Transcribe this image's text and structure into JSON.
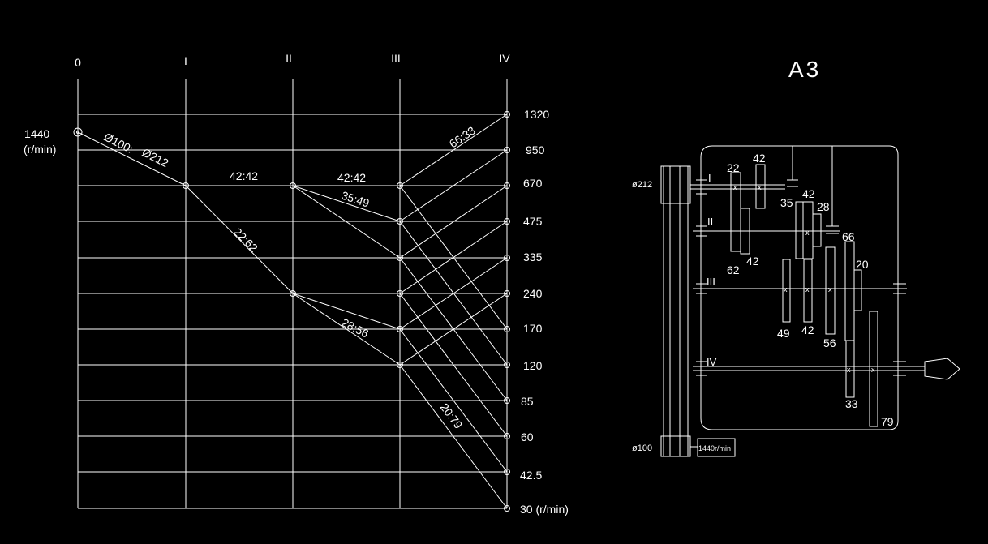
{
  "speed_chart": {
    "shaft_labels": [
      "0",
      "I",
      "II",
      "III",
      "IV"
    ],
    "speed_labels": [
      "1320",
      "950",
      "670",
      "475",
      "335",
      "240",
      "170",
      "120",
      "85",
      "60",
      "42.5",
      "30 (r/min)"
    ],
    "input_speed": "1440",
    "input_unit": "(r/min)",
    "ratio_labels": {
      "pulley_small": "Ø100:",
      "pulley_large": "Ø212",
      "r_42_42_a": "42:42",
      "r_22_62": "22:62",
      "r_42_42_b": "42:42",
      "r_35_49": "35:49",
      "r_28_56": "28:56",
      "r_66_33": "66:33",
      "r_20_79": "20:79"
    }
  },
  "gearbox": {
    "title": "A3",
    "shaft_labels": [
      "I",
      "II",
      "III",
      "IV"
    ],
    "pulley_top": "ø212",
    "pulley_bottom": "ø100",
    "motor_label": "1440r/min",
    "gear_labels": [
      "22",
      "42",
      "35",
      "42",
      "28",
      "66",
      "20",
      "62",
      "42",
      "49",
      "42",
      "56",
      "33",
      "79"
    ]
  }
}
